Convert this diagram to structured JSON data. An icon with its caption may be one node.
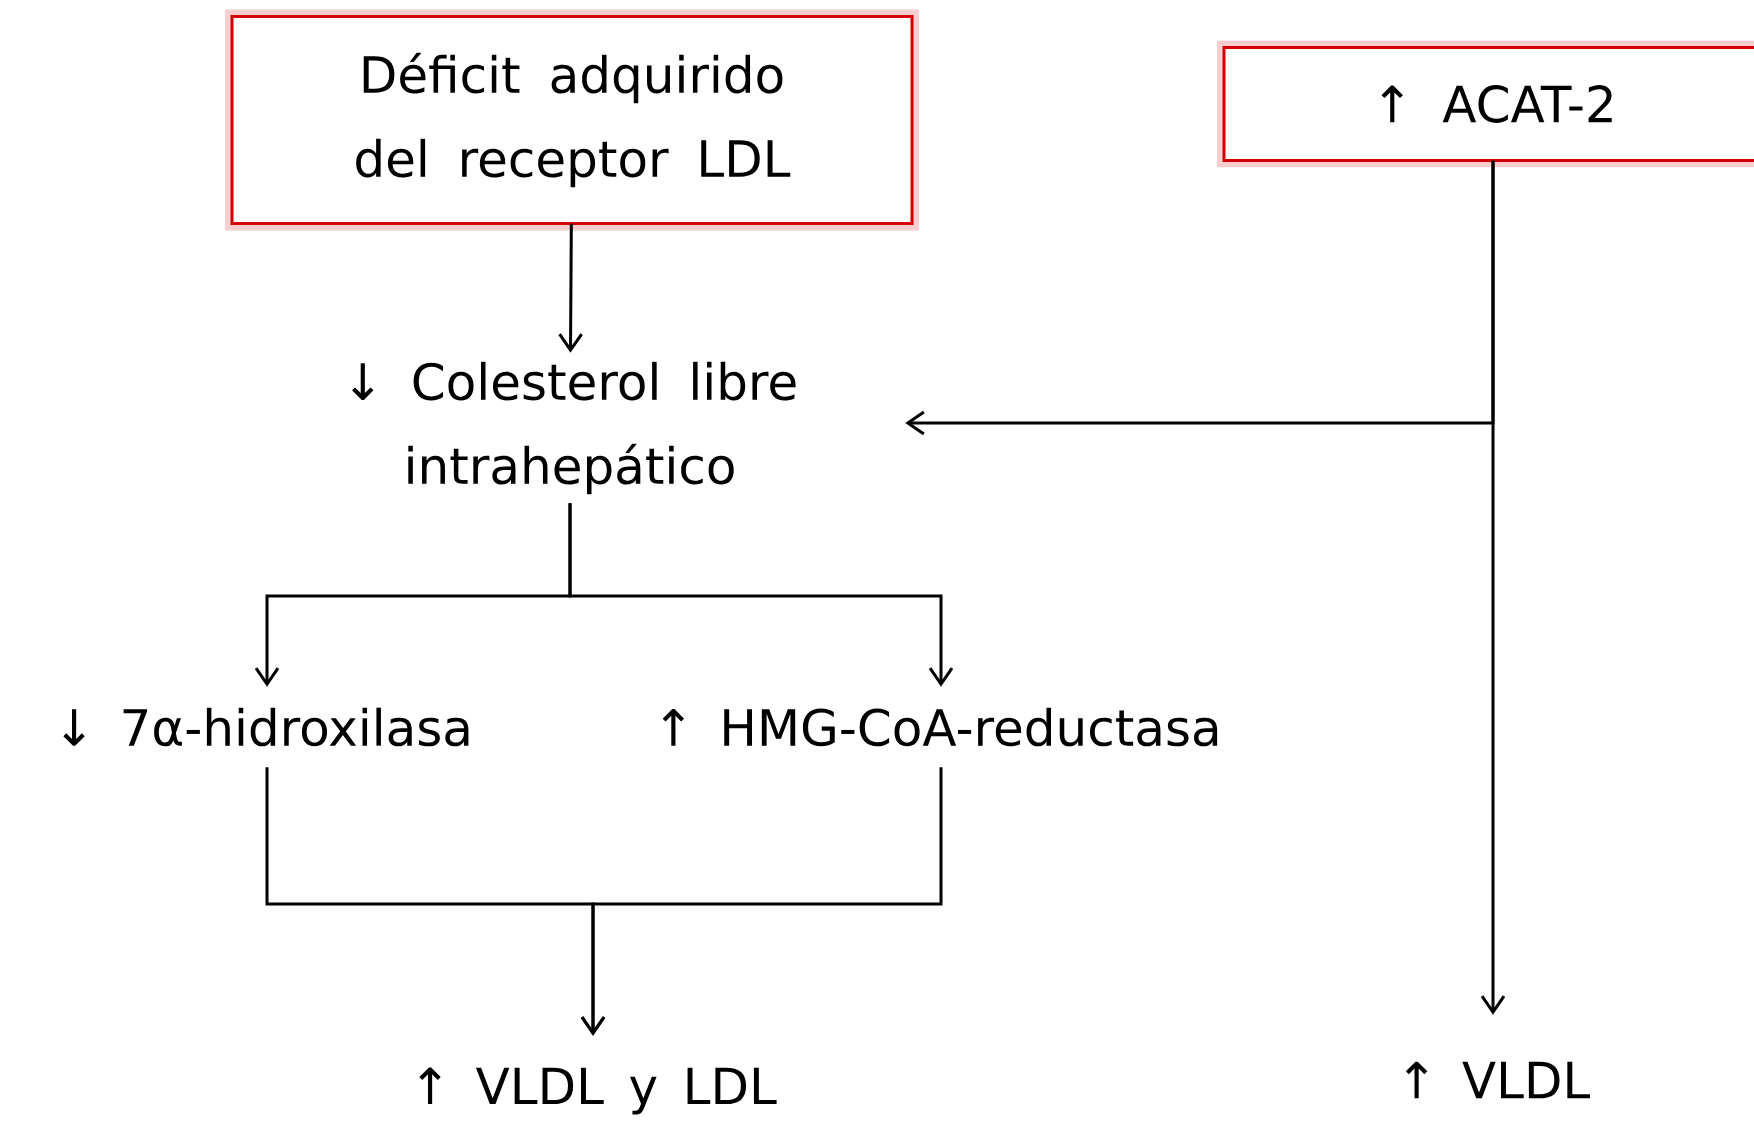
{
  "diagram": {
    "nodes": [
      {
        "text": [
          "Déficit adquirido del receptor LDL"
        ]
      },
      {
        "text": [
          "↑ ACAT-2"
        ]
      },
      {
        "text": [
          "↓ Colesterol libre intrahepático"
        ]
      },
      {
        "text": [
          "↓ 7α-hidroxilasa"
        ]
      },
      {
        "text": [
          "↑ HMG-CoA-reductasa"
        ]
      },
      {
        "text": [
          "↑ VLDL y LDL"
        ]
      },
      {
        "text": [
          "↑ VLDL"
        ]
      }
    ],
    "edges": [
      {
        "from": 0,
        "to": 2,
        "arrow": "to"
      },
      {
        "from": 1,
        "to": 2,
        "arrow": "to"
      },
      {
        "from": 1,
        "to": 6,
        "arrow": "to"
      },
      {
        "from": 2,
        "to": 3,
        "arrow": "to"
      },
      {
        "from": 2,
        "to": 4,
        "arrow": "to"
      },
      {
        "from": 3,
        "to": 5,
        "arrow": "to"
      },
      {
        "from": 4,
        "to": 5,
        "arrow": "to"
      }
    ]
  }
}
